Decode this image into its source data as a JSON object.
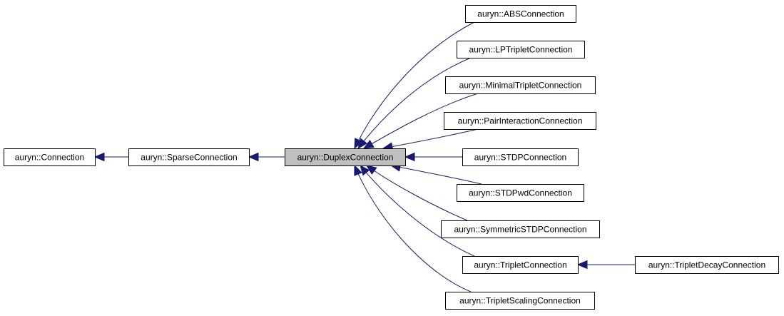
{
  "diagram": {
    "type": "class-inheritance-graph",
    "colors": {
      "edge": "#191970",
      "node_border": "#000000",
      "node_fill": "#ffffff",
      "focus_fill": "#bfbfbf"
    },
    "nodes": [
      {
        "id": "connection",
        "label": "auryn::Connection"
      },
      {
        "id": "sparse",
        "label": "auryn::SparseConnection"
      },
      {
        "id": "duplex",
        "label": "auryn::DuplexConnection",
        "focus": true
      },
      {
        "id": "abs",
        "label": "auryn::ABSConnection"
      },
      {
        "id": "lptriplet",
        "label": "auryn::LPTripletConnection"
      },
      {
        "id": "minimaltriplet",
        "label": "auryn::MinimalTripletConnection"
      },
      {
        "id": "pairinteraction",
        "label": "auryn::PairInteractionConnection"
      },
      {
        "id": "stdp",
        "label": "auryn::STDPConnection"
      },
      {
        "id": "stdppwd",
        "label": "auryn::STDPwdConnection"
      },
      {
        "id": "symmetricstdp",
        "label": "auryn::SymmetricSTDPConnection"
      },
      {
        "id": "triplet",
        "label": "auryn::TripletConnection"
      },
      {
        "id": "tripletdecay",
        "label": "auryn::TripletDecayConnection"
      },
      {
        "id": "tripletscaling",
        "label": "auryn::TripletScalingConnection"
      }
    ],
    "edges": [
      {
        "from": "sparse",
        "to": "connection"
      },
      {
        "from": "duplex",
        "to": "sparse"
      },
      {
        "from": "abs",
        "to": "duplex"
      },
      {
        "from": "lptriplet",
        "to": "duplex"
      },
      {
        "from": "minimaltriplet",
        "to": "duplex"
      },
      {
        "from": "pairinteraction",
        "to": "duplex"
      },
      {
        "from": "stdp",
        "to": "duplex"
      },
      {
        "from": "stdppwd",
        "to": "duplex"
      },
      {
        "from": "symmetricstdp",
        "to": "duplex"
      },
      {
        "from": "triplet",
        "to": "duplex"
      },
      {
        "from": "tripletscaling",
        "to": "duplex"
      },
      {
        "from": "tripletdecay",
        "to": "triplet"
      }
    ]
  }
}
